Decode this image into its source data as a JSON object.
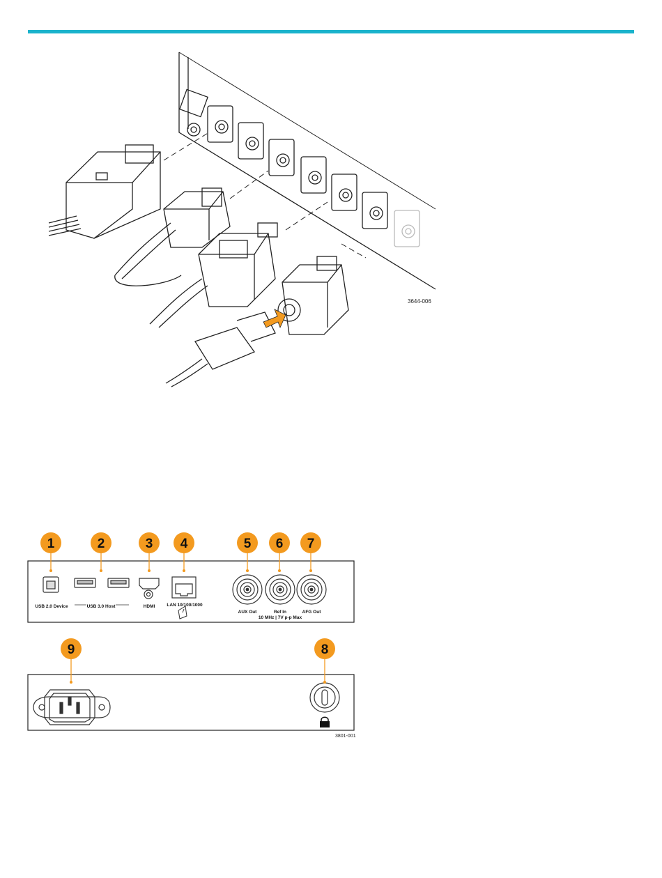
{
  "figure1": {
    "figure_id": "3644-006"
  },
  "figure2": {
    "figure_id": "3801-001",
    "callouts": [
      "1",
      "2",
      "3",
      "4",
      "5",
      "6",
      "7",
      "8",
      "9"
    ],
    "labels": {
      "usb_device": "USB 2.0 Device",
      "usb_host": "USB 3.0 Host",
      "hdmi": "HDMI",
      "lan": "LAN 10/100/1000",
      "aux_out": "AUX Out",
      "ref_in": "Ref In",
      "ref_in_spec": "10 MHz | 7V p-p Max",
      "afg_out": "AFG Out"
    }
  },
  "colors": {
    "accent": "#1ab3cc",
    "callout": "#f39a1f",
    "arrow": "#f39a1f"
  }
}
